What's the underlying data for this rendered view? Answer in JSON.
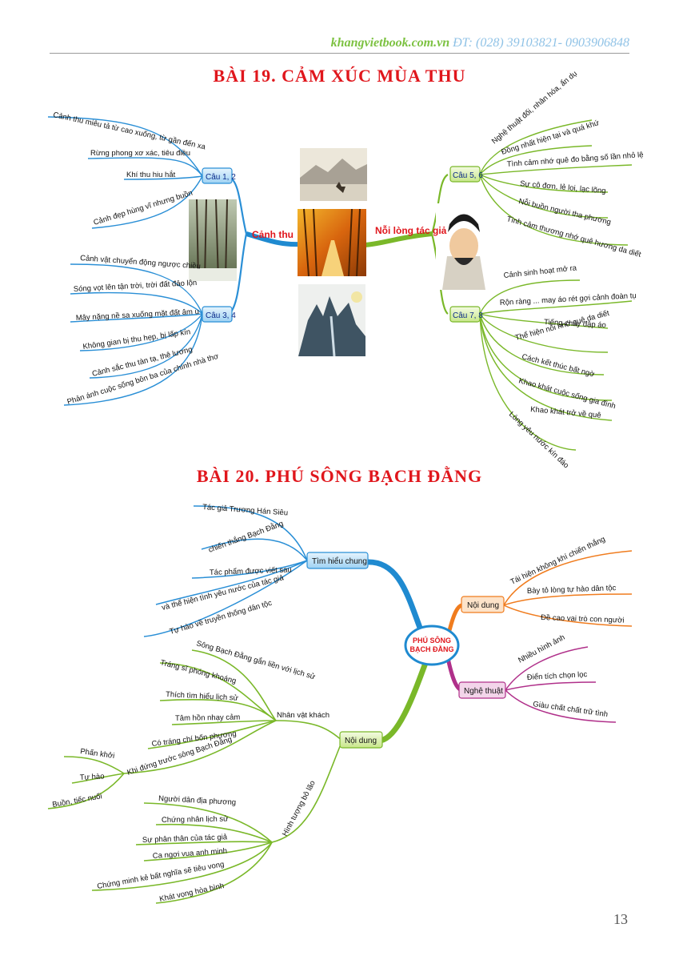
{
  "header": {
    "site": "khangvietbook.com.vn",
    "phone": "ĐT: (028) 39103821- 0903906848"
  },
  "page_number": "13",
  "bai19": {
    "title": "BÀI 19. CẢM XÚC MÙA THU",
    "left_main": "Cảnh thu",
    "right_main": "Nỗi lòng tác giả",
    "cau12": {
      "label": "Câu 1, 2",
      "items": [
        "Cảnh thu miêu tả từ cao xuống, từ gần đến xa",
        "Rừng phong xơ xác, tiêu điều",
        "Khí thu hiu hắt",
        "Cảnh đẹp hùng vĩ nhưng buồn"
      ]
    },
    "cau34": {
      "label": "Câu 3, 4",
      "items": [
        "Cảnh vật chuyển động ngược chiều",
        "Sóng vọt lên tận trời, trời đất đảo lộn",
        "Mây nặng nề sa xuống mặt đất âm u",
        "Không gian bị thu hẹp, bị lấp kín",
        "Cảnh sắc thu tàn tạ, thê lương",
        "Phản ánh cuộc sống bôn ba của chính nhà thơ"
      ]
    },
    "cau56": {
      "label": "Câu 5, 6",
      "items": [
        "Nghệ thuật đối, nhân hóa, ẩn dụ",
        "Đồng nhất hiện tại và quá khứ",
        "Tình cảm nhớ quê đo bằng số lần nhỏ lệ",
        "Sự cô đơn, lẻ loi, lạc lõng",
        "Nỗi buồn người tha phương",
        "Tình cảm thương nhớ quê hương da diết"
      ]
    },
    "cau78": {
      "label": "Câu 7, 8",
      "items": [
        "Cảnh sinh hoạt mở ra",
        "Rộn ràng ... may áo rét gợi cảnh đoàn tụ",
        "Tiếng chày đập áo",
        "Thể hiện nỗi nhớ quê da diết",
        "Cách kết thúc bất ngờ",
        "Khao khát cuộc sống gia đình",
        "Khao khát trở về quê",
        "Lòng yêu nước kín đáo"
      ]
    }
  },
  "bai20": {
    "title": "BÀI 20. PHÚ SÔNG BẠCH ĐẰNG",
    "center": [
      "PHÚ SÔNG",
      "BẠCH ĐẰNG"
    ],
    "tim_hieu": {
      "label": "Tìm hiểu chung",
      "items": [
        "Tác giả Trương Hán Siêu",
        "chiến thắng Bạch Đằng",
        "Tác phẩm được viết sau",
        "và thể hiện tình yêu nước của tác giả",
        "Tự hào về truyền thống dân tộc"
      ]
    },
    "noi_dung_right": {
      "label": "Nội dung",
      "items": [
        "Tái hiện không khí chiến thắng",
        "Bày tỏ lòng tự hào dân tộc",
        "Đề cao vai trò con người"
      ]
    },
    "nghe_thuat": {
      "label": "Nghệ thuật",
      "items": [
        "Nhiều hình ảnh",
        "Điển tích chọn lọc",
        "Giàu chất chất trữ tình"
      ]
    },
    "noi_dung_left": {
      "label": "Nội dung",
      "nhan_vat": {
        "label": "Nhân vật khách",
        "items": [
          "Sông Bạch Đằng gắn liền với lịch sử",
          "Tráng sĩ phóng khoáng",
          "Thích tìm hiểu lịch sử",
          "Tâm hồn nhạy cảm",
          "Có tráng chí bốn phương",
          "Khi đứng trước sông Bạch Đằng"
        ],
        "sub": [
          "Phấn khởi",
          "Tự hào",
          "Buồn, tiếc nuối"
        ]
      },
      "hinh_tuong": {
        "label": "Hình tượng bô lão",
        "items": [
          "Người dân địa phương",
          "Chứng nhân lịch sử",
          "Sự phân thân của tác giả",
          "Ca ngợi vua anh minh",
          "Chứng minh kẻ bất nghĩa sẽ tiêu vong",
          "Khát vọng hòa bình"
        ]
      }
    }
  },
  "colors": {
    "blue": "#2a8fd6",
    "green": "#7ab829",
    "orange": "#f07c1e",
    "magenta": "#b0308a",
    "title_red": "#e0161c"
  }
}
